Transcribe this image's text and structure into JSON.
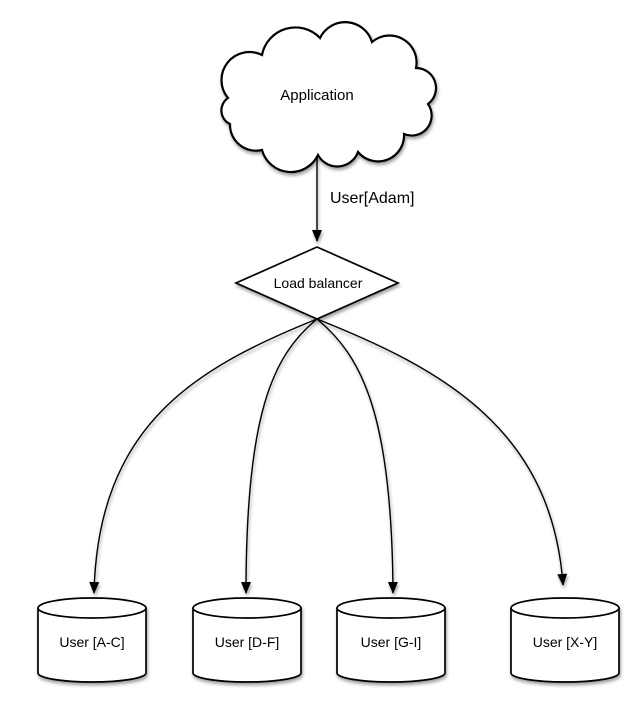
{
  "diagram": {
    "background": "#ffffff",
    "stroke_color": "#000000",
    "fill_color": "#ffffff",
    "nodes": {
      "application": {
        "label": "Application",
        "shape": "cloud"
      },
      "load_balancer": {
        "label": "Load balancer",
        "shape": "diamond"
      },
      "shards": [
        {
          "label": "User [A-C]",
          "shape": "cylinder"
        },
        {
          "label": "User [D-F]",
          "shape": "cylinder"
        },
        {
          "label": "User [G-I]",
          "shape": "cylinder"
        },
        {
          "label": "User [X-Y]",
          "shape": "cylinder"
        }
      ]
    },
    "edges": {
      "app_to_lb_label": "User[Adam]"
    }
  }
}
